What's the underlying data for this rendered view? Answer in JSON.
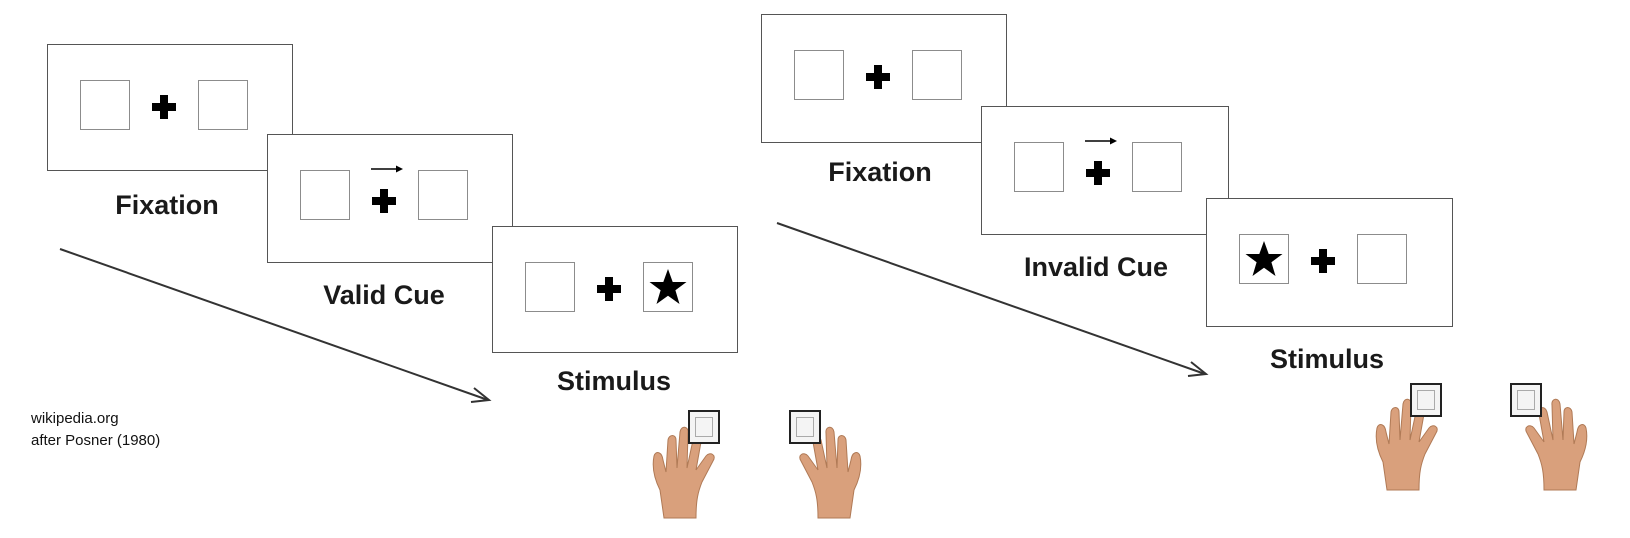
{
  "panels": {
    "valid": {
      "fixation_label": "Fixation",
      "cue_label": "Valid Cue",
      "stimulus_label": "Stimulus"
    },
    "invalid": {
      "fixation_label": "Fixation",
      "cue_label": "Invalid Cue",
      "stimulus_label": "Stimulus"
    }
  },
  "credit": {
    "line1": "wikipedia.org",
    "line2": "after Posner (1980)"
  },
  "icons": {
    "fixation": "plus-cross-icon",
    "cue": "right-arrow-icon",
    "target": "star-icon",
    "response": "hand-icon"
  },
  "colors": {
    "frame": "#555555",
    "box": "#8c8c8c",
    "skin": "#d9a07c"
  }
}
